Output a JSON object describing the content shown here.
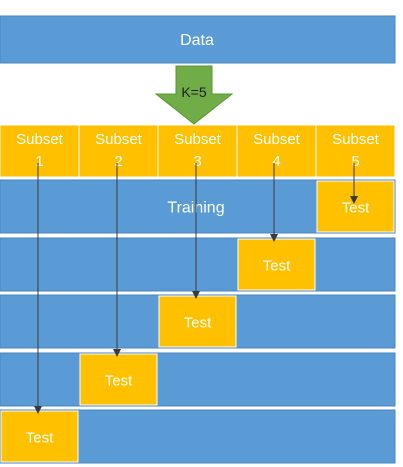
{
  "header": {
    "label": "Data"
  },
  "split": {
    "label": "K=5"
  },
  "subsets": [
    {
      "name": "Subset",
      "index": "1"
    },
    {
      "name": "Subset",
      "index": "2"
    },
    {
      "name": "Subset",
      "index": "3"
    },
    {
      "name": "Subset",
      "index": "4"
    },
    {
      "name": "Subset",
      "index": "5"
    }
  ],
  "training_label": "Training",
  "test_label": "Test",
  "folds": [
    {
      "test_subset": 5
    },
    {
      "test_subset": 4
    },
    {
      "test_subset": 3
    },
    {
      "test_subset": 2
    },
    {
      "test_subset": 1
    }
  ],
  "colors": {
    "blue": "#5b9bd5",
    "blue_border": "#4a86c0",
    "orange": "#ffc000",
    "green": "#70ad47",
    "arrow": "#3a3a3a"
  }
}
